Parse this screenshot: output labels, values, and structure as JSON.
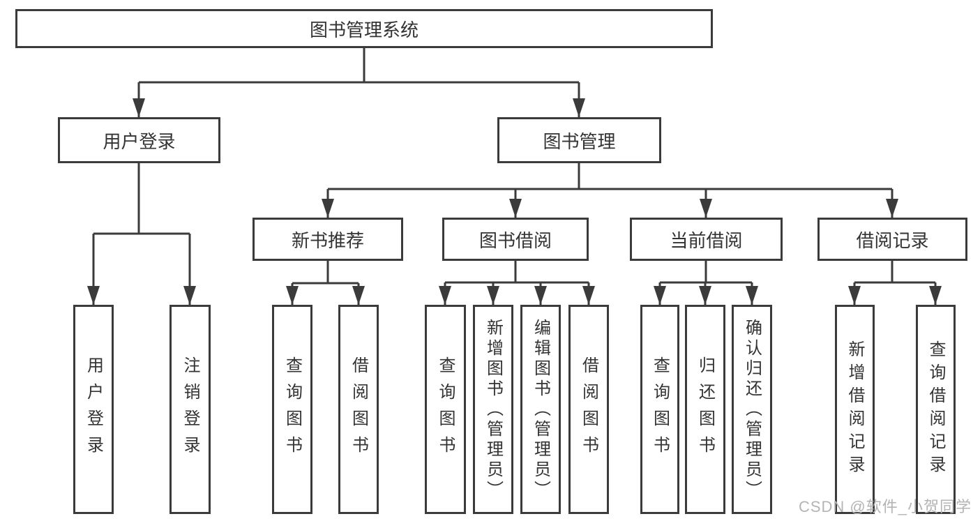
{
  "diagram": {
    "root": {
      "label": "图书管理系统"
    },
    "level2": [
      {
        "label": "用户登录"
      },
      {
        "label": "图书管理"
      }
    ],
    "level3": [
      {
        "label": "新书推荐",
        "parent": "图书管理"
      },
      {
        "label": "图书借阅",
        "parent": "图书管理"
      },
      {
        "label": "当前借阅",
        "parent": "图书管理"
      },
      {
        "label": "借阅记录",
        "parent": "图书管理"
      }
    ],
    "leaves": [
      {
        "label": "用户登录",
        "parent": "用户登录"
      },
      {
        "label": "注销登录",
        "parent": "用户登录"
      },
      {
        "label": "查询图书",
        "parent": "新书推荐"
      },
      {
        "label": "借阅图书",
        "parent": "新书推荐"
      },
      {
        "label": "查询图书",
        "parent": "图书借阅"
      },
      {
        "label": "新增图书（管理员）",
        "parent": "图书借阅"
      },
      {
        "label": "编辑图书（管理员）",
        "parent": "图书借阅"
      },
      {
        "label": "借阅图书",
        "parent": "图书借阅"
      },
      {
        "label": "查询图书",
        "parent": "当前借阅"
      },
      {
        "label": "归还图书",
        "parent": "当前借阅"
      },
      {
        "label": "确认归还（管理员）",
        "parent": "当前借阅"
      },
      {
        "label": "新增借阅记录",
        "parent": "借阅记录"
      },
      {
        "label": "查询借阅记录",
        "parent": "借阅记录"
      }
    ]
  },
  "watermark": {
    "text": "CSDN @软件_小贺同学"
  },
  "colors": {
    "stroke": "#3b3b3b",
    "text": "#333333",
    "watermark": "#b4b4b4",
    "background": "#ffffff"
  }
}
